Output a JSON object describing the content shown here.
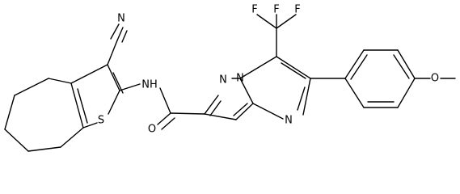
{
  "molecule": {
    "atoms": {
      "nitrile_n": "N",
      "amide_nh": "NH",
      "thiophene_s": "S",
      "amide_o": "O",
      "pyrazole_n1": "N",
      "bridge_n": "N",
      "pyrimidine_n": "N",
      "methoxy_o": "O",
      "fluorine_1": "F",
      "fluorine_2": "F",
      "fluorine_3": "F"
    }
  }
}
